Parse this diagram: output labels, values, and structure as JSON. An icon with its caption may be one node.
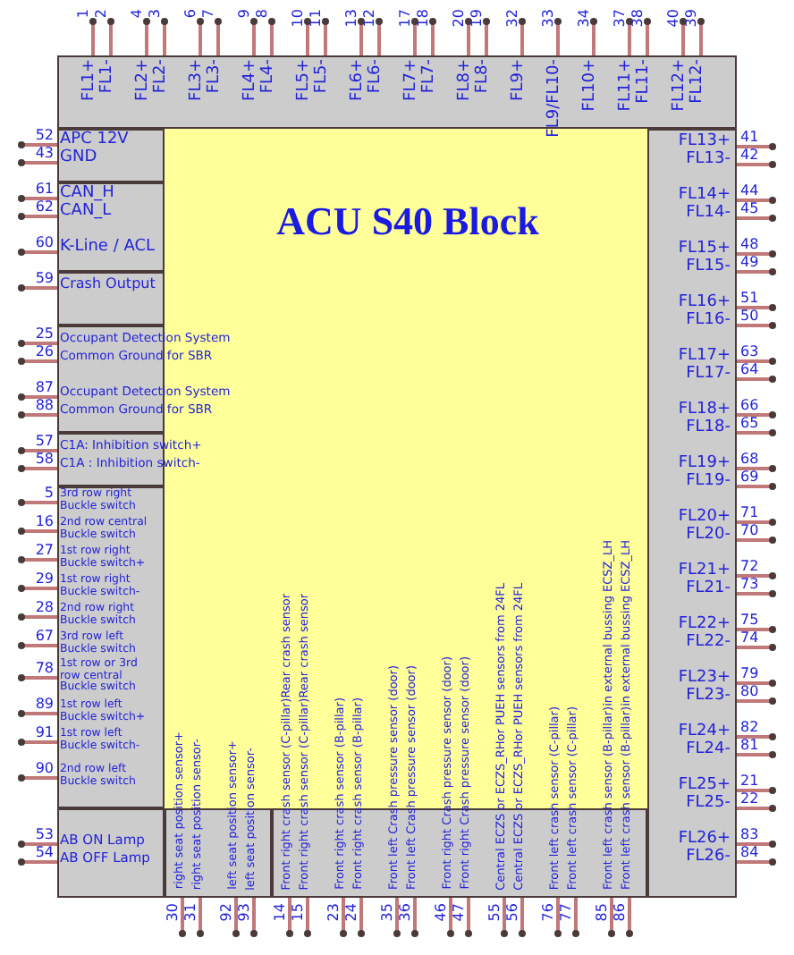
{
  "diagram": {
    "nodes": [
      {
        "text": [
          "ACU S40 Block"
        ]
      },
      {
        "text": [
          "FL1+",
          "FL1-",
          "FL2+",
          "FL2-",
          "FL3+",
          "FL3-",
          "FL4+",
          "FL4-",
          "FL5+",
          "FL5-",
          "FL6+",
          "FL6-",
          "FL7+",
          "FL7-",
          "FL8+",
          "FL8-",
          "FL9+",
          "FL9/FL10-",
          "FL10+",
          "FL11+",
          "FL11-",
          "FL12+",
          "FL12-"
        ],
        "in": 0,
        "beside": [
          "1",
          "2",
          "4",
          "3",
          "6",
          "7",
          "9",
          "8",
          "10",
          "11",
          "13",
          "12",
          "17",
          "18",
          "20",
          "19",
          "32",
          "33",
          "34",
          "37",
          "38",
          "40",
          "39"
        ]
      },
      {
        "text": [
          "APC 12V",
          "GND"
        ],
        "in": 0,
        "beside": [
          "52",
          "43"
        ]
      },
      {
        "text": [
          "CAN_H",
          "CAN_L",
          "K-Line / ACL"
        ],
        "in": 0,
        "beside": [
          "61",
          "62",
          "60"
        ]
      },
      {
        "text": [
          "Crash Output"
        ],
        "in": 0,
        "beside": [
          "59"
        ]
      },
      {
        "text": [
          "Occupant Detection System",
          "Common Ground for SBR",
          "Occupant Detection System",
          "Common Ground for SBR"
        ],
        "in": 0,
        "beside": [
          "25",
          "26",
          "87",
          "88"
        ]
      },
      {
        "text": [
          "C1A: Inhibition switch+",
          "C1A : Inhibition switch-"
        ],
        "in": 0,
        "beside": [
          "57",
          "58"
        ]
      },
      {
        "text": [
          "3rd row right Buckle switch",
          "2nd row central Buckle switch",
          "1st row right Buckle switch+",
          "1st row right Buckle switch-",
          "2nd row right Buckle switch",
          "3rd row left Buckle switch",
          "1st row or 3rd row central Buckle switch",
          "1st row left Buckle switch+",
          "1st row left Buckle switch-",
          "2nd row left Buckle switch"
        ],
        "in": 0,
        "beside": [
          "5",
          "16",
          "27",
          "29",
          "28",
          "67",
          "78",
          "89",
          "91",
          "90"
        ]
      },
      {
        "text": [
          "AB ON Lamp",
          "AB OFF Lamp"
        ],
        "in": 0,
        "beside": [
          "53",
          "54"
        ]
      },
      {
        "text": [
          "FL13+",
          "FL13-",
          "FL14+",
          "FL14-",
          "FL15+",
          "FL15-",
          "FL16+",
          "FL16-",
          "FL17+",
          "FL17-",
          "FL18+",
          "FL18-",
          "FL19+",
          "FL19-",
          "FL20+",
          "FL20-",
          "FL21+",
          "FL21-",
          "FL22+",
          "FL22-",
          "FL23+",
          "FL23-",
          "FL24+",
          "FL24-",
          "FL25+",
          "FL25-",
          "FL26+",
          "FL26-"
        ],
        "in": 0,
        "beside": [
          "41",
          "42",
          "44",
          "45",
          "48",
          "49",
          "51",
          "50",
          "63",
          "64",
          "66",
          "65",
          "68",
          "69",
          "71",
          "70",
          "72",
          "73",
          "75",
          "74",
          "79",
          "80",
          "82",
          "81",
          "21",
          "22",
          "83",
          "84"
        ]
      },
      {
        "text": [
          "right seat position sensor+",
          "right seat position sensor-",
          "left seat position sensor+",
          "left seat position sensor-"
        ],
        "in": 0,
        "beside": [
          "30",
          "31",
          "92",
          "93"
        ]
      },
      {
        "text": [
          "Front right crash sensor (C-pillar)Rear crash sensor",
          "Front right crash sensor (C-pillar)Rear crash sensor",
          "Front right crash sensor (B-pillar)",
          "Front right crash sensor (B-pillar)",
          "Front left Crash pressure sensor (door)",
          "Front left Crash pressure sensor (door)",
          "Front right Crash pressure sensor (door)",
          "Front right Crash pressure sensor (door)",
          "Central ECZS or ECZS_RHor PUEH sensors from 24FL",
          "Central ECZS or ECZS_RHor PUEH sensors from 24FL",
          "Front left crash sensor (C-pillar)",
          "Front left crash sensor (C-pillar)",
          "Front left crash sensor (B-pillar)in external bussing ECSZ_LH",
          "Front left crash sensor (B-pillar)in external bussing ECSZ_LH"
        ],
        "in": 0,
        "beside": [
          "14",
          "15",
          "23",
          "24",
          "35",
          "36",
          "46",
          "47",
          "55",
          "56",
          "76",
          "77",
          "85",
          "86"
        ]
      }
    ]
  }
}
